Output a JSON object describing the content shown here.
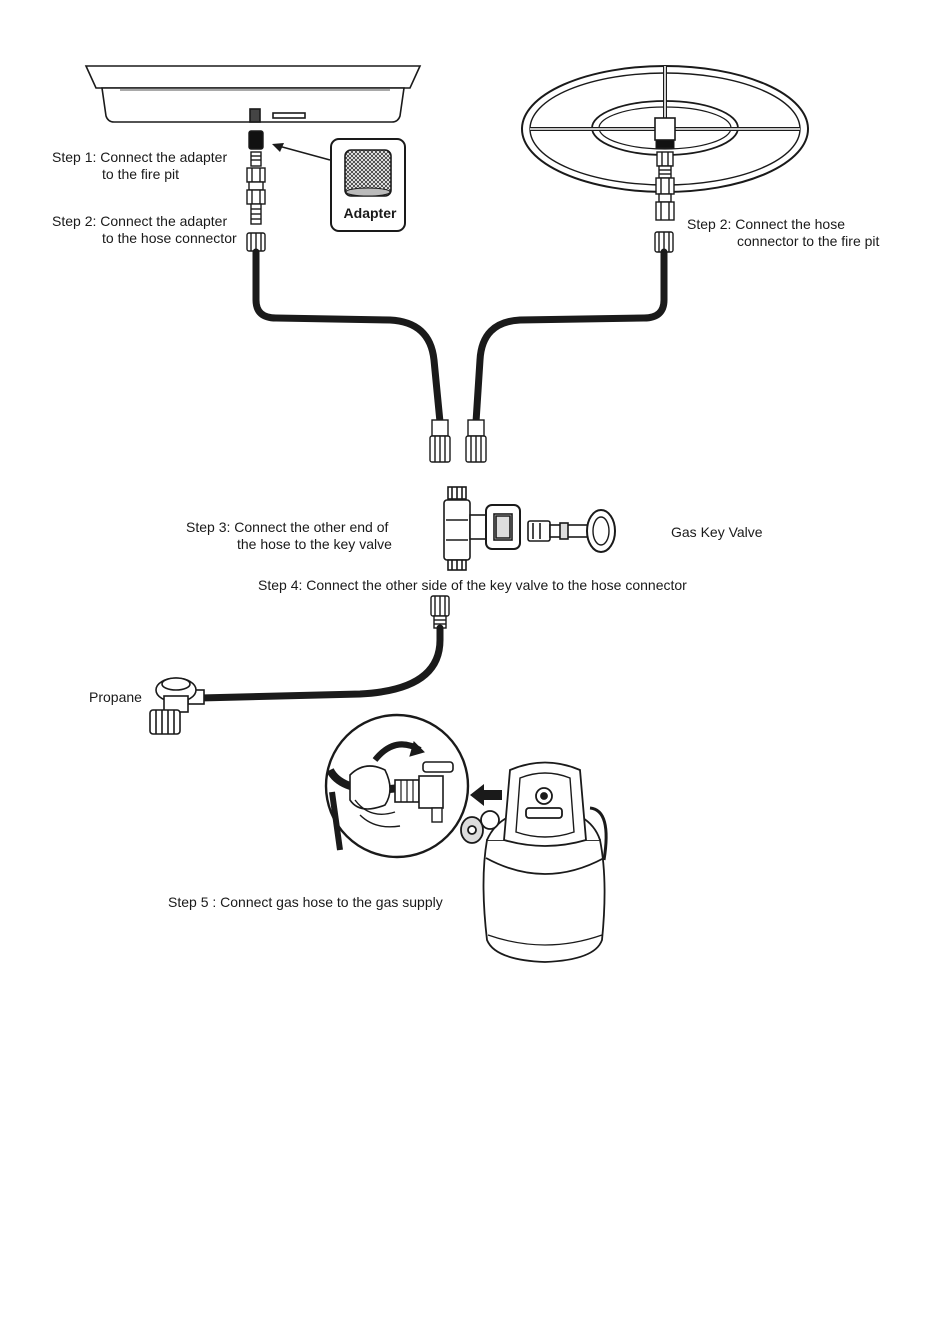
{
  "labels": {
    "step1_line1": "Step 1: Connect the adapter",
    "step1_line2": "to the fire pit",
    "adapter": "Adapter",
    "step2_left_line1": "Step 2: Connect the adapter",
    "step2_left_line2": "to the hose connector",
    "step2_right_line1": "Step 2: Connect the hose",
    "step2_right_line2": "connector to the fire pit",
    "step3_line1": "Step 3: Connect the other end of",
    "step3_line2": "the hose to the key valve",
    "gas_key_valve": "Gas Key Valve",
    "step4": "Step 4: Connect the other side of the key valve to the hose connector",
    "propane": "Propane",
    "step5": "Step 5 : Connect gas hose to the gas supply"
  },
  "colors": {
    "line": "#1a1a1a",
    "hose": "#1a1a1a",
    "fill_light": "#ffffff",
    "fill_mid": "#d0d0d0"
  },
  "icons": [
    "fire-pit-pan",
    "fire-ring-burner",
    "adapter-fitting",
    "hose",
    "key-valve",
    "gas-key",
    "propane-regulator",
    "propane-tank",
    "arrow"
  ]
}
